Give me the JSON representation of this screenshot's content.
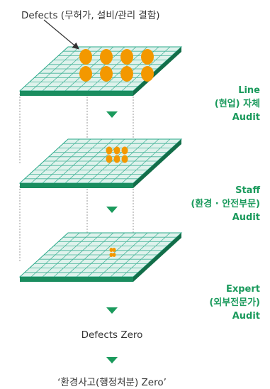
{
  "top_label": "Defects (무허가, 설비/관리 결함)",
  "levels": [
    {
      "title": "Line",
      "subtitle": "(현업) 자체",
      "audit": "Audit"
    },
    {
      "title": "Staff",
      "subtitle": "(환경 · 안전부문)",
      "audit": "Audit"
    },
    {
      "title": "Expert",
      "subtitle": "(외부전문가)",
      "audit": "Audit"
    }
  ],
  "result_label": "Defects Zero",
  "goal_label": "‘환경사고(행정처분) Zero’",
  "colors": {
    "accent": "#1a9a5c",
    "plate_top": "#dff2ec",
    "plate_grid": "#2aa98a",
    "plate_edge": "#1a8d5f",
    "defect": "#f39800",
    "text": "#333333"
  }
}
